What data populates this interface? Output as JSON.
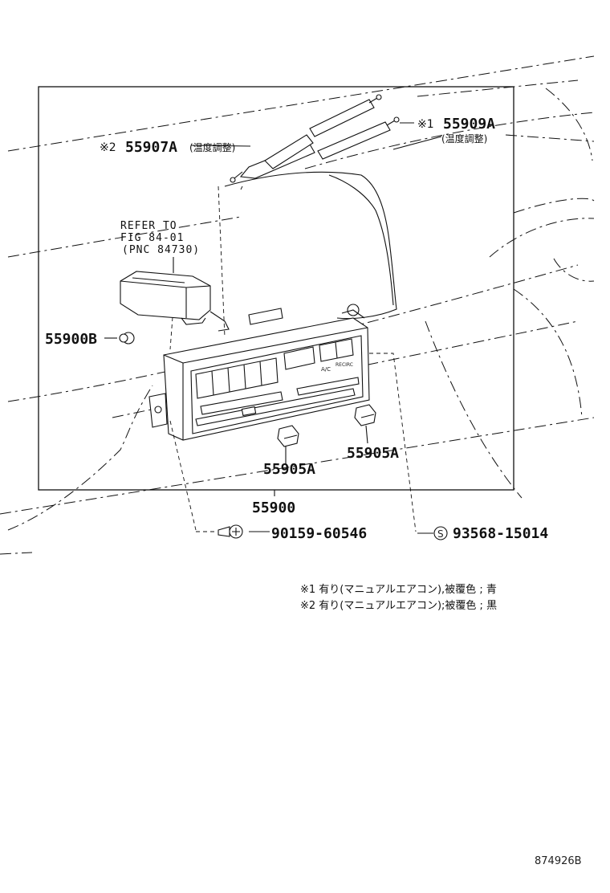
{
  "parts": {
    "p55909A": {
      "mark": "※1",
      "number": "55909A",
      "desc": "(温度調整)"
    },
    "p55907A": {
      "mark": "※2",
      "number": "55907A",
      "desc": "(温度調整)"
    },
    "refer": {
      "line1": "REFER TO",
      "line2": "FIG 84-01",
      "line3": "(PNC 84730)"
    },
    "p55900B": {
      "number": "55900B"
    },
    "p55905A_right": {
      "number": "55905A"
    },
    "p55905A_left": {
      "number": "55905A"
    },
    "p55900": {
      "number": "55900"
    },
    "p90159": {
      "number": "90159-60546"
    },
    "p93568": {
      "symbol": "S",
      "number": "93568-15014"
    }
  },
  "notes": [
    "※1 有り(マニュアルエアコン),被覆色 ; 青",
    "※2 有り(マニュアルエアコン);被覆色 ; 黒"
  ],
  "panel": {
    "ac_label": "A/C",
    "recirc_label": "RECIRC"
  },
  "figure_id": "874926B"
}
